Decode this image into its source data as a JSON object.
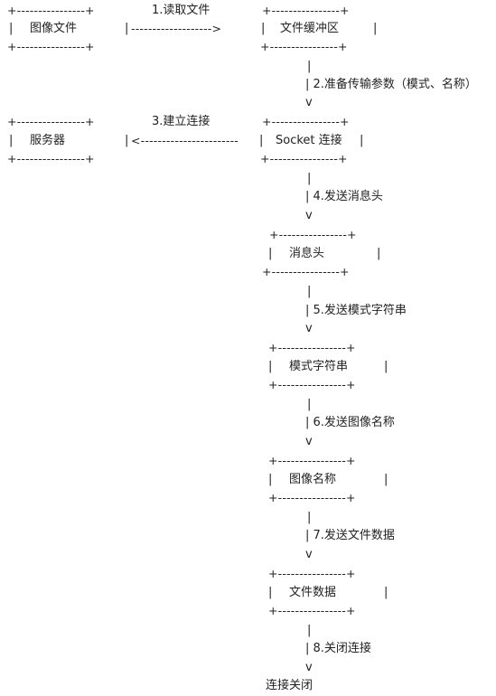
{
  "border": "+----------------+",
  "pipe": "|",
  "dash_arrow_right": "------------------->",
  "dash_arrow_left": "<-----------------------",
  "down": "v",
  "boxes": {
    "image_file": "图像文件",
    "file_buffer": "文件缓冲区",
    "server": "服务器",
    "socket": "Socket 连接",
    "header": "消息头",
    "mode": "模式字符串",
    "image_name": "图像名称",
    "file_data": "文件数据"
  },
  "steps": {
    "s1": "1.读取文件",
    "s2": "| 2.准备传输参数（模式、名称）",
    "s3": "3.建立连接",
    "s4": "| 4.发送消息头",
    "s5": "| 5.发送模式字符串",
    "s6": "| 6.发送图像名称",
    "s7": "| 7.发送文件数据",
    "s8": "| 8.关闭连接"
  },
  "end": "连接关闭"
}
